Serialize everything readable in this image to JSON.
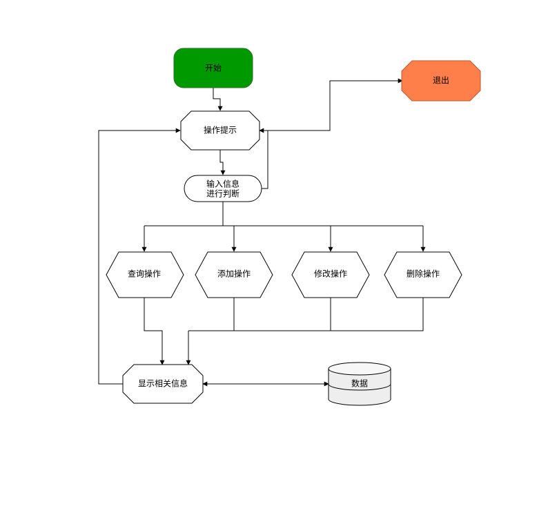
{
  "nodes": {
    "start": {
      "label": "开始",
      "fill": "#009900",
      "stroke": "#2d6e1f",
      "text_color": "#ffffff"
    },
    "exit": {
      "label": "退出",
      "fill": "#ff7f4a",
      "stroke": "#b85a2e",
      "text_color": "#000000"
    },
    "prompt": {
      "label": "操作提示"
    },
    "input": {
      "line1": "输入信息",
      "line2": "进行判断"
    },
    "query": {
      "label": "查询操作"
    },
    "add": {
      "label": "添加操作"
    },
    "modify": {
      "label": "修改操作"
    },
    "delete": {
      "label": "删除操作"
    },
    "display": {
      "label": "显示相关信息"
    },
    "data": {
      "label": "数据",
      "fill": "#eeeeee"
    }
  },
  "colors": {
    "line": "#000000",
    "node_stroke": "#000000",
    "node_fill": "#ffffff"
  }
}
